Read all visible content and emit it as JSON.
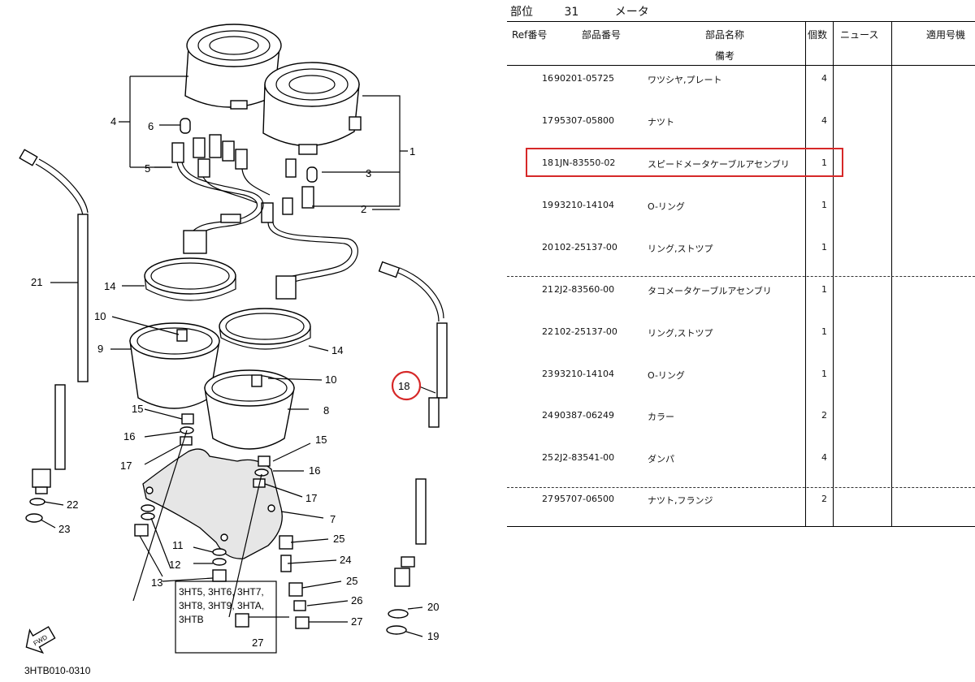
{
  "header": {
    "section_label": "部位",
    "section_number": "31",
    "section_name": "メータ"
  },
  "columns": {
    "ref": "Ref番号",
    "part_number": "部品番号",
    "part_name": "部品名称",
    "remarks": "備考",
    "qty": "個数",
    "news": "ニュース",
    "applicable": "適用号機"
  },
  "rows": [
    {
      "ref": "16",
      "part_number": "90201-05725",
      "name": "ワツシヤ,プレート",
      "qty": "4"
    },
    {
      "ref": "17",
      "part_number": "95307-05800",
      "name": "ナツト",
      "qty": "4"
    },
    {
      "ref": "18",
      "part_number": "1JN-83550-02",
      "name": "スピードメータケーブルアセンブリ",
      "qty": "1"
    },
    {
      "ref": "19",
      "part_number": "93210-14104",
      "name": "O-リング",
      "qty": "1"
    },
    {
      "ref": "20",
      "part_number": "102-25137-00",
      "name": "リング,ストツプ",
      "qty": "1"
    },
    {
      "ref": "21",
      "part_number": "2J2-83560-00",
      "name": "タコメータケーブルアセンブリ",
      "qty": "1"
    },
    {
      "ref": "22",
      "part_number": "102-25137-00",
      "name": "リング,ストツプ",
      "qty": "1"
    },
    {
      "ref": "23",
      "part_number": "93210-14104",
      "name": "O-リング",
      "qty": "1"
    },
    {
      "ref": "24",
      "part_number": "90387-06249",
      "name": "カラー",
      "qty": "2"
    },
    {
      "ref": "25",
      "part_number": "2J2-83541-00",
      "name": "ダンパ",
      "qty": "4"
    },
    {
      "ref": "27",
      "part_number": "95707-06500",
      "name": "ナツト,フランジ",
      "qty": "2"
    }
  ],
  "diagram": {
    "callouts": {
      "c1": "1",
      "c2": "2",
      "c3": "3",
      "c4": "4",
      "c5": "5",
      "c6": "6",
      "c7": "7",
      "c8": "8",
      "c9": "9",
      "c10a": "10",
      "c10b": "10",
      "c11": "11",
      "c12": "12",
      "c13": "13",
      "c14a": "14",
      "c14b": "14",
      "c15a": "15",
      "c15b": "15",
      "c16a": "16",
      "c16b": "16",
      "c17a": "17",
      "c17b": "17",
      "c18": "18",
      "c19": "19",
      "c20": "20",
      "c21": "21",
      "c22": "22",
      "c23": "23",
      "c24": "24",
      "c25a": "25",
      "c25b": "25",
      "c26": "26",
      "c27a": "27",
      "c27b": "27"
    },
    "applicable_models": [
      "3HT5, 3HT6, 3HT7,",
      "3HT8, 3HT9, 3HTA,",
      "3HTB"
    ],
    "fwd_label": "FWD",
    "drawing_code": "3HTB010-0310",
    "highlight_color": "#d62828"
  }
}
